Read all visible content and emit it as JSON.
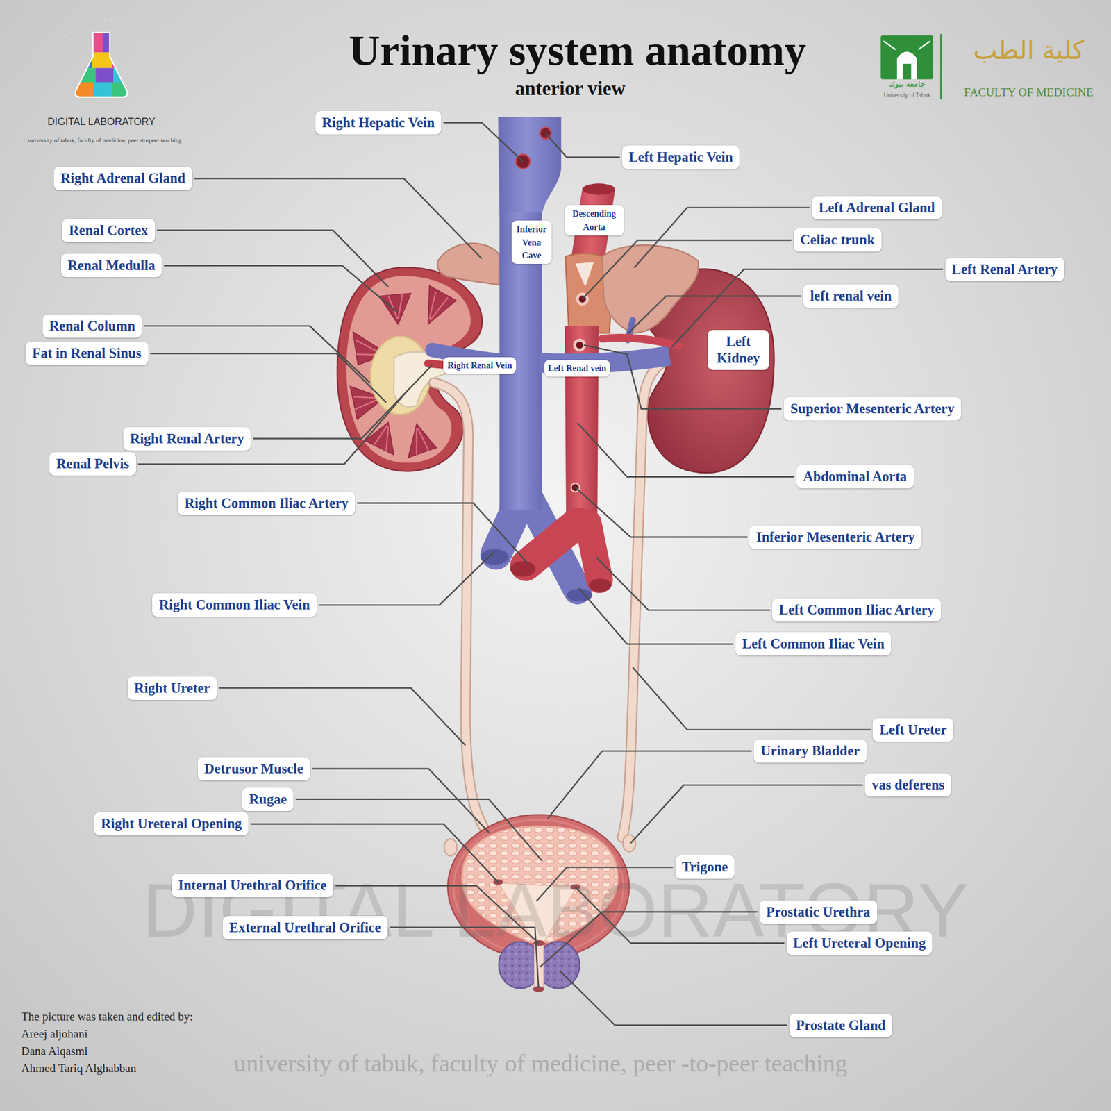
{
  "diagram": {
    "title": "Urinary system anatomy",
    "nodes": [
      {
        "text": [
          "Right Hepatic Vein"
        ]
      },
      {
        "text": [
          "Left Hepatic Vein"
        ]
      },
      {
        "text": [
          "Right Adrenal Gland"
        ]
      },
      {
        "text": [
          "Descending Aorta"
        ]
      },
      {
        "text": [
          "Left Adrenal Gland"
        ]
      },
      {
        "text": [
          "Inferior Vena Cave"
        ]
      },
      {
        "text": [
          "Renal Cortex"
        ]
      },
      {
        "text": [
          "Celiac trunk"
        ]
      },
      {
        "text": [
          "Renal Medulla"
        ]
      },
      {
        "text": [
          "Left Renal Artery"
        ]
      },
      {
        "text": [
          "left renal vein"
        ]
      },
      {
        "text": [
          "Renal Column"
        ]
      },
      {
        "text": [
          "Left Kidney"
        ]
      },
      {
        "text": [
          "Fat in Renal Sinus"
        ]
      },
      {
        "text": [
          "Right Renal Vein"
        ]
      },
      {
        "text": [
          "Left Renal vein"
        ]
      },
      {
        "text": [
          "Superior Mesenteric Artery"
        ]
      },
      {
        "text": [
          "Right Renal Artery"
        ]
      },
      {
        "text": [
          "Renal Pelvis"
        ]
      },
      {
        "text": [
          "Abdominal Aorta"
        ]
      },
      {
        "text": [
          "Right Common Iliac Artery"
        ]
      },
      {
        "text": [
          "Inferior Mesenteric Artery"
        ]
      },
      {
        "text": [
          "Right Common Iliac Vein"
        ]
      },
      {
        "text": [
          "Left Common Iliac Artery"
        ]
      },
      {
        "text": [
          "Left Common Iliac Vein"
        ]
      },
      {
        "text": [
          "Right Ureter"
        ]
      },
      {
        "text": [
          "Left Ureter"
        ]
      },
      {
        "text": [
          "Urinary Bladder"
        ]
      },
      {
        "text": [
          "Detrusor Muscle"
        ]
      },
      {
        "text": [
          "vas deferens"
        ]
      },
      {
        "text": [
          "Rugae"
        ]
      },
      {
        "text": [
          "Right Ureteral Opening"
        ]
      },
      {
        "text": [
          "Trigone"
        ]
      },
      {
        "text": [
          "Internal Urethral Orifice"
        ]
      },
      {
        "text": [
          "Prostatic Urethra"
        ]
      },
      {
        "text": [
          "External Urethral Orifice"
        ]
      },
      {
        "text": [
          "Left Ureteral Opening"
        ]
      },
      {
        "text": [
          "Prostate Gland"
        ]
      }
    ],
    "labels": [
      "DIGITAL LABORATORY",
      "university of tabuk, faculty of medicine, peer -to-peer teaching",
      "anterior view",
      "جامعة تبوك",
      "University of Tabuk",
      "كلية الطب",
      "FACULTY OF MEDICINE",
      "DIGITAL LABORATORY",
      "The picture was taken and edited by:",
      "Areej aljohani",
      "Dana Alqasmi",
      "Ahmed Tariq Alghabban",
      "university of tabuk, faculty of medicine, peer -to-peer teaching"
    ]
  }
}
